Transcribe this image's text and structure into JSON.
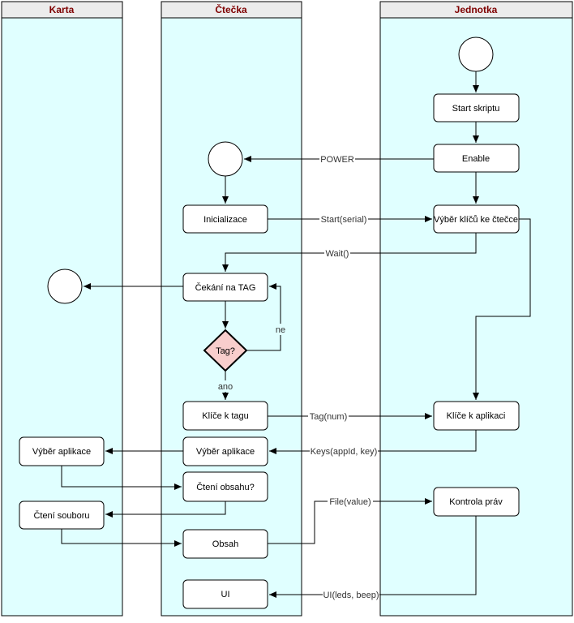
{
  "lanes": {
    "karta": "Karta",
    "ctecka": "Čtečka",
    "jednotka": "Jednotka"
  },
  "nodes": {
    "start_skriptu": "Start skriptu",
    "enable": "Enable",
    "inicializace": "Inicializace",
    "vyber_klicu": "Výběr klíčů ke čtečce",
    "cekani_na_tag": "Čekání na TAG",
    "tag_decision": "Tag?",
    "klice_k_tagu": "Klíče k tagu",
    "klice_k_aplikaci": "Klíče k aplikaci",
    "vyber_aplikace_karta": "Výběr aplikace",
    "vyber_aplikace_ctecka": "Výběr aplikace",
    "cteni_obsahu": "Čtení obsahu?",
    "cteni_souboru": "Čtení souboru",
    "kontrola_prav": "Kontrola práv",
    "obsah": "Obsah",
    "ui": "UI"
  },
  "edges": {
    "power": "POWER",
    "start_serial": "Start(serial)",
    "wait": "Wait()",
    "ne": "ne",
    "ano": "ano",
    "tag_num": "Tag(num)",
    "keys": "Keys(appId, key)",
    "file_value": "File(value)",
    "ui_leds": "UI(leds, beep)"
  }
}
